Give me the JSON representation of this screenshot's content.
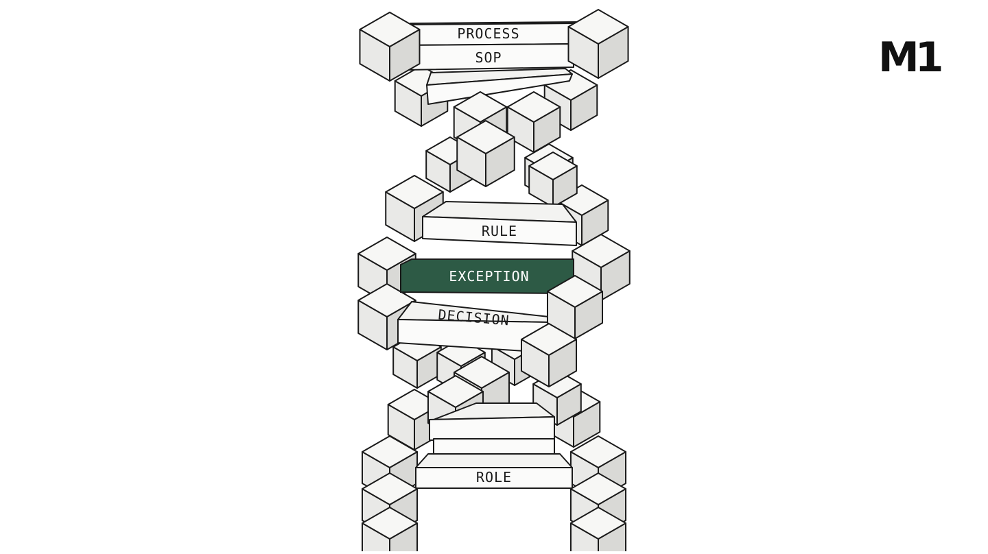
{
  "logo": {
    "text": "M1"
  },
  "labels": {
    "process": "PROCESS",
    "sop": "SOP",
    "rule": "RULE",
    "exception": "EXCEPTION",
    "decision": "DECISION",
    "role": "ROLE"
  },
  "highlighted_label": "EXCEPTION",
  "colors": {
    "highlight": "#2d5a45",
    "outline": "#1a1a1a",
    "background": "#ffffff"
  }
}
